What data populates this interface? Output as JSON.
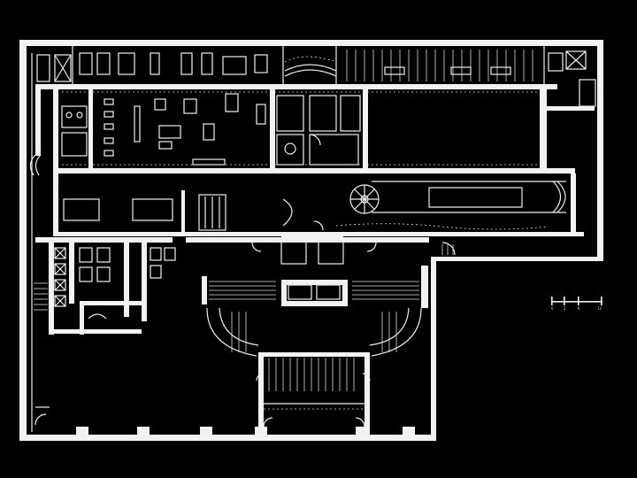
{
  "slide": {
    "background": "#000000",
    "drawing_color": "#f2f2f2"
  },
  "floor_plan": {
    "scale_bar": {
      "labels": [
        "0",
        "2",
        "6",
        "12"
      ]
    }
  }
}
